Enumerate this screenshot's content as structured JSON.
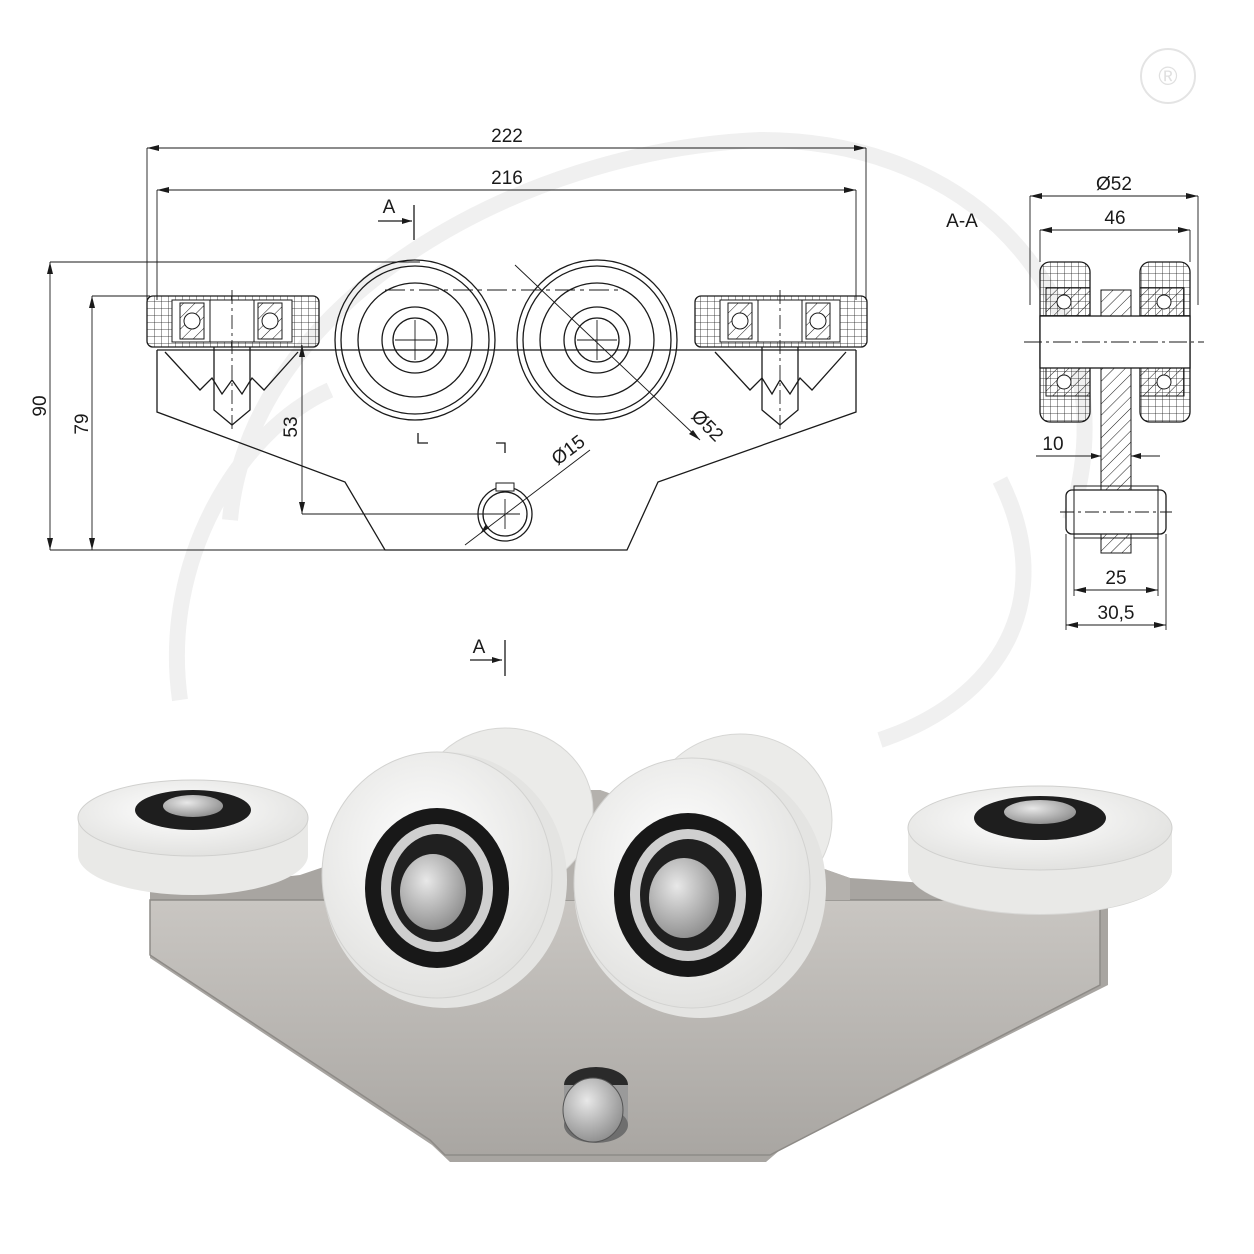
{
  "drawing": {
    "front_view": {
      "dim_overall_width": "222",
      "dim_wheelbase": "216",
      "dim_height_total": "90",
      "dim_height_inner": "79",
      "dim_pin_height": "53",
      "dim_pin_diameter": "Ø15",
      "dim_wheel_diameter": "Ø52",
      "section_marker_top": "A",
      "section_marker_bottom": "A"
    },
    "section_view": {
      "title": "A-A",
      "dim_wheel_diameter": "Ø52",
      "dim_wheel_span": "46",
      "dim_plate_thickness": "10",
      "dim_guide_inner": "25",
      "dim_guide_outer": "30,5"
    },
    "watermark": {
      "registered_mark": "®"
    }
  },
  "colors": {
    "line": "#1a1a1a",
    "plate": "#b9b6b2",
    "wheel": "#f4f4f2",
    "bearing": "#1e1e1e",
    "watermark": "#f0f0f0"
  }
}
